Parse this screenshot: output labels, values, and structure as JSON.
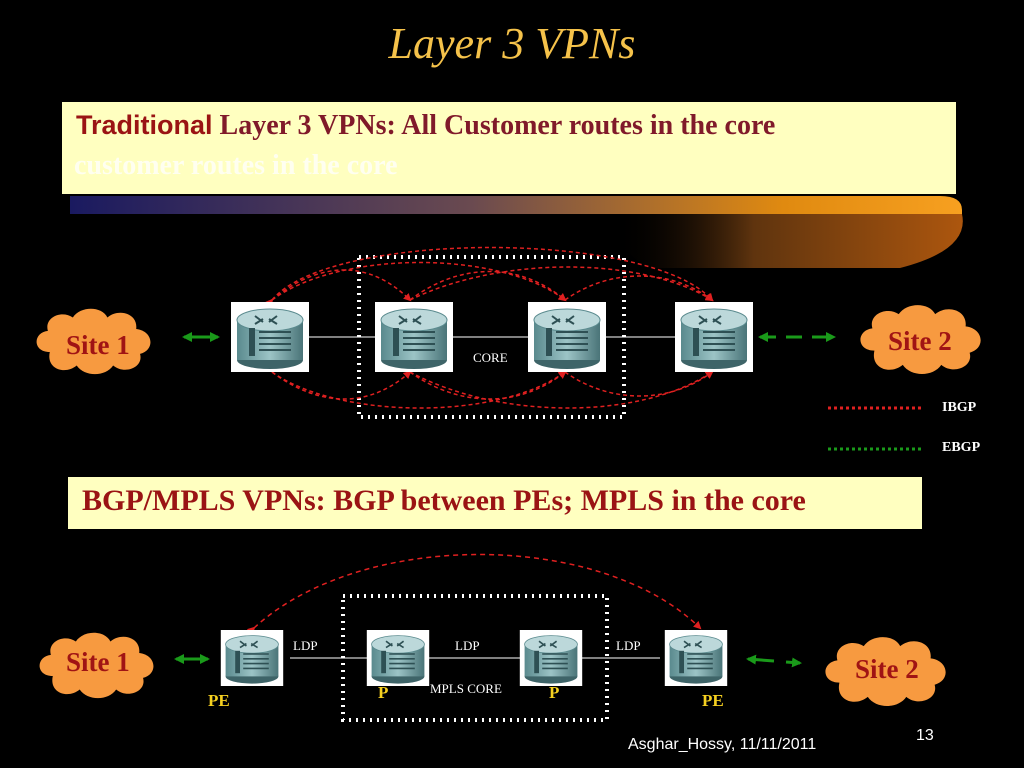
{
  "slide": {
    "title": "Layer 3 VPNs",
    "footer": "Asghar_Hossy, 11/11/2011",
    "page_number": "13"
  },
  "top_section": {
    "heading_prefix": "Traditional",
    "heading_rest": " Layer 3 VPNs: All Customer routes in the core",
    "heading_ghost": "customer routes in the core",
    "site_left": "Site 1",
    "site_right": "Site 2",
    "core_label": "CORE"
  },
  "legend": {
    "ibgp_label": "IBGP",
    "ebgp_label": "EBGP",
    "ibgp_color": "#e02020",
    "ebgp_color": "#1a9a1a"
  },
  "bottom_section": {
    "heading": "BGP/MPLS VPNs: BGP between PEs; MPLS in the core",
    "site_left": "Site 1",
    "site_right": "Site 2",
    "core_label": "MPLS CORE",
    "ldp_labels": [
      "LDP",
      "LDP",
      "LDP"
    ],
    "roles": [
      "PE",
      "P",
      "P",
      "PE"
    ]
  },
  "colors": {
    "title": "#f5c24a",
    "cloud": "#f79a40",
    "site_text": "#a01414",
    "heading_bar": "#ffffc0",
    "role_text": "#f5d020"
  }
}
